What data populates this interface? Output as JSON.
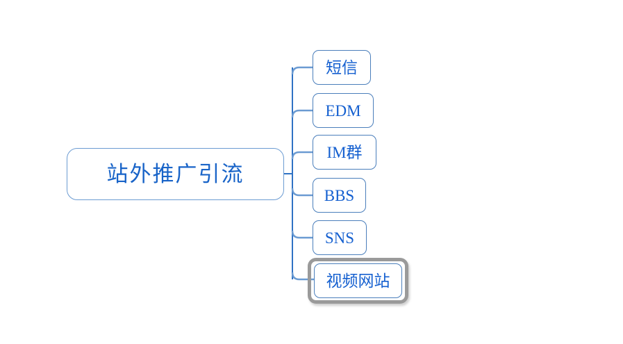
{
  "diagram": {
    "type": "mind-map",
    "title": "站外推广引流",
    "orientation": "left-to-right",
    "background_color": "#ffffff",
    "node_border_color": "#4a7ebb",
    "node_text_color": "#1560d0",
    "connector_color": "#6b9bd2",
    "selection_color": "#9a9a9a",
    "root": {
      "label": "站外推广引流",
      "selected": false
    },
    "children": [
      {
        "label": "短信",
        "selected": false
      },
      {
        "label": "EDM",
        "selected": false
      },
      {
        "label": "IM群",
        "selected": false
      },
      {
        "label": "BBS",
        "selected": false
      },
      {
        "label": "SNS",
        "selected": false
      },
      {
        "label": "视频网站",
        "selected": true
      }
    ]
  }
}
